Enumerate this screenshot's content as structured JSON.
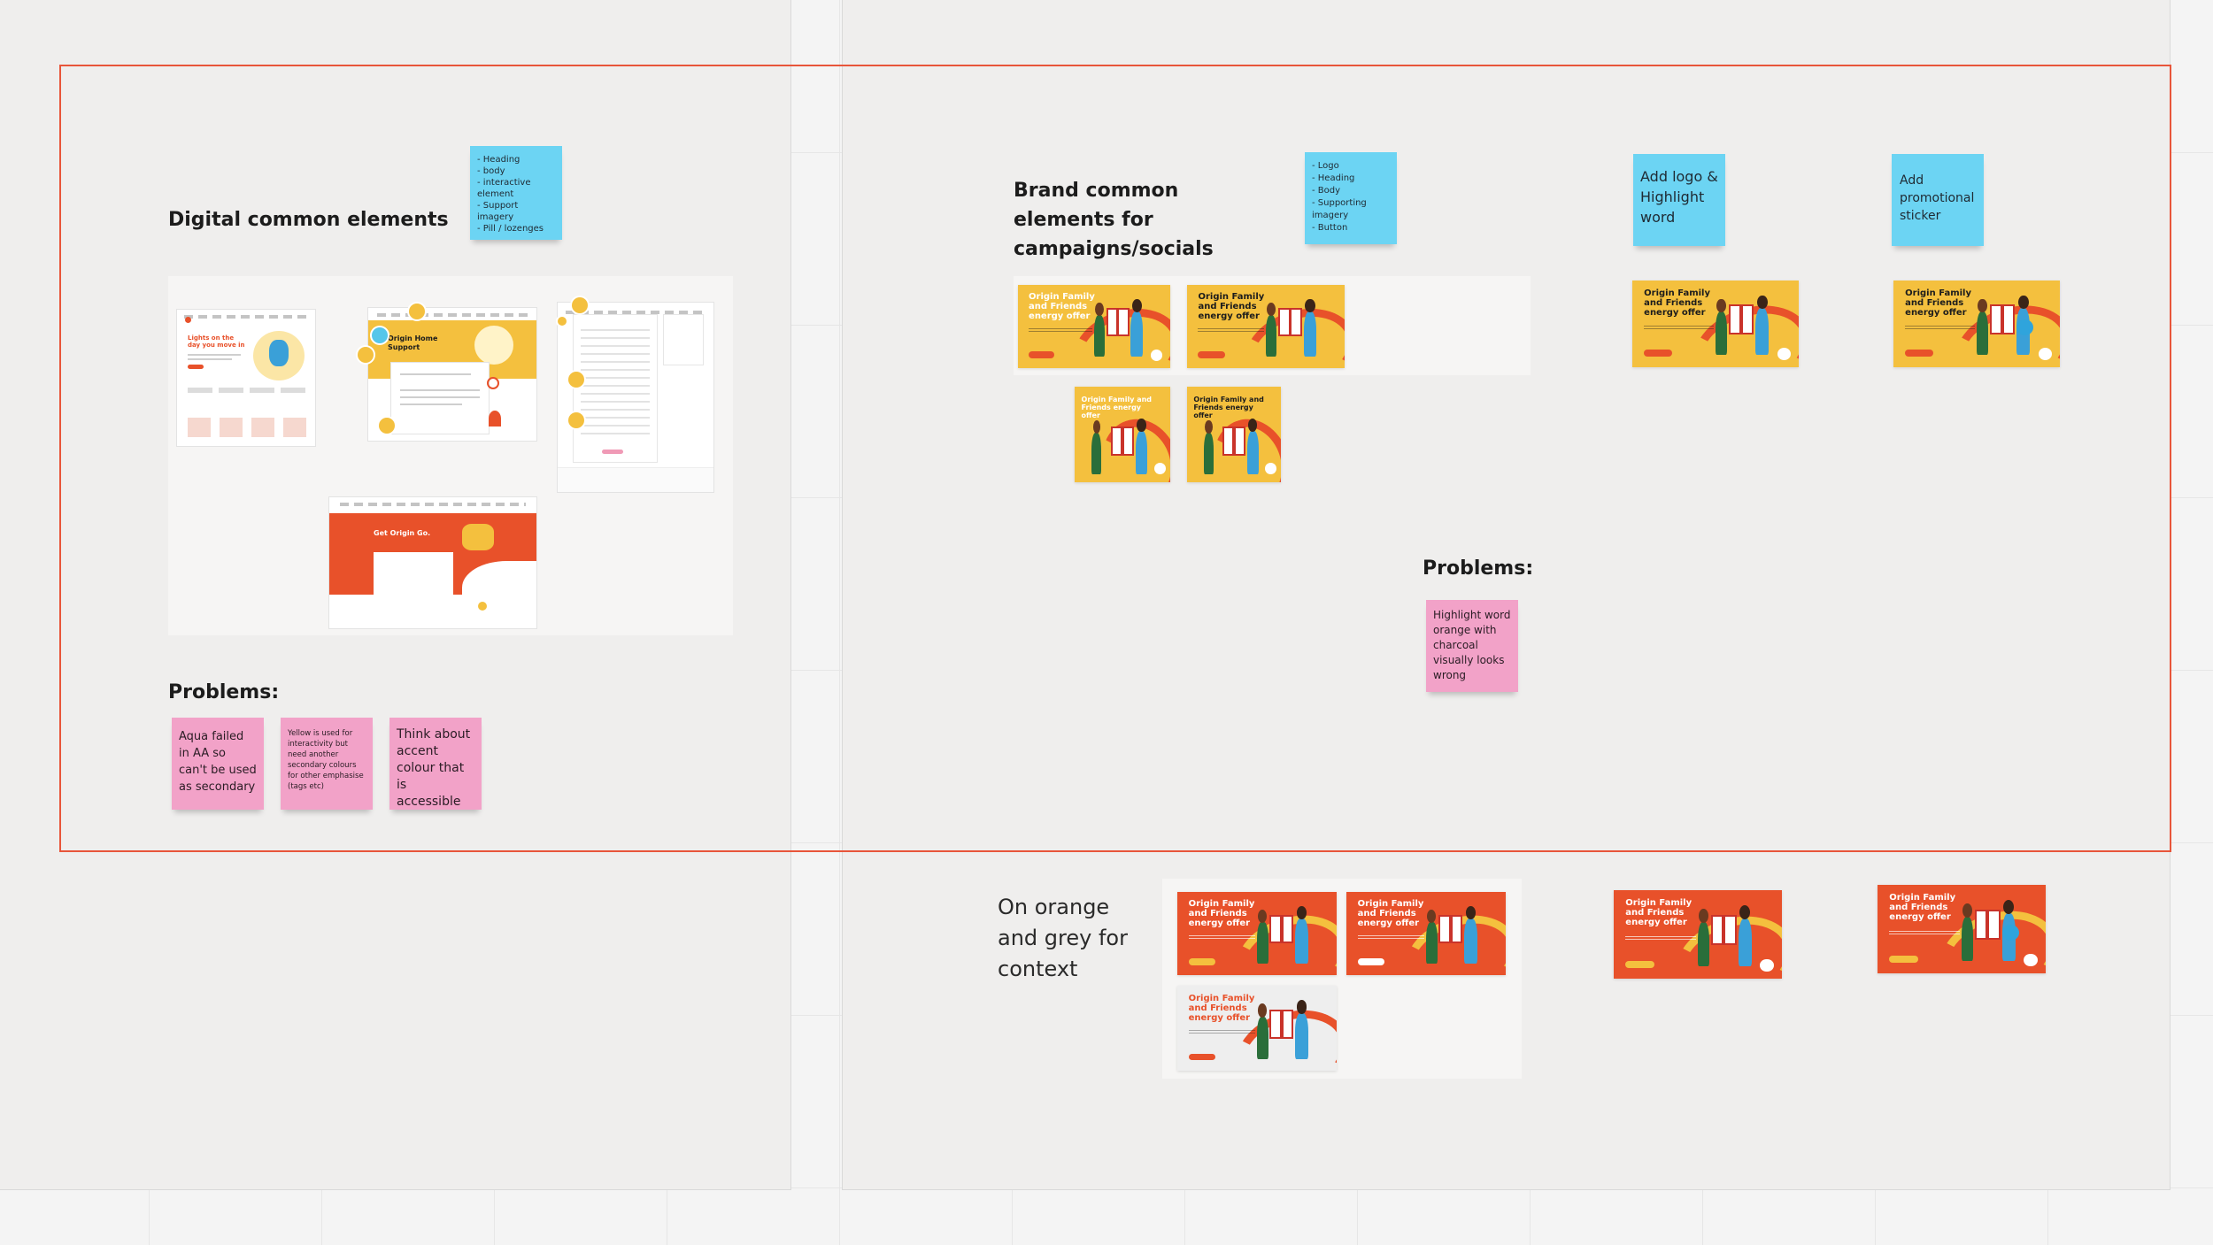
{
  "colors": {
    "selection_outline": "#e8553a",
    "sticky_blue": "#6cd4f3",
    "sticky_pink": "#f2a2c8",
    "brand_orange": "#e8512a",
    "brand_yellow": "#f4c03e",
    "frame_bg": "#efeeed"
  },
  "digital": {
    "title": "Digital common elements",
    "sticky": "- Heading\n- body\n- interactive element\n- Support imagery\n- Pill / lozenges",
    "screens": {
      "home_heading": "Lights on the day you move in",
      "support_heading": "Origin Home Support",
      "origin_go_heading": "Get Origin Go."
    },
    "problems_title": "Problems:",
    "problems": [
      "Aqua failed in AA so can't be used as secondary",
      "Yellow is used for interactivity but need another secondary colours for other emphasise (tags etc)",
      "Think about accent colour that is accessible"
    ]
  },
  "brand": {
    "title": "Brand common elements for campaigns/socials",
    "sticky_elements": "- Logo\n- Heading\n- Body\n- Supporting imagery\n- Button",
    "sticky_logo": "Add logo & Highlight word",
    "sticky_promo": "Add promotional sticker",
    "banner_title": "Origin Family and Friends energy offer",
    "problems_title": "Problems:",
    "problem": "Highlight word orange with charcoal visually looks wrong"
  },
  "context": {
    "label": "On orange and grey for context"
  }
}
